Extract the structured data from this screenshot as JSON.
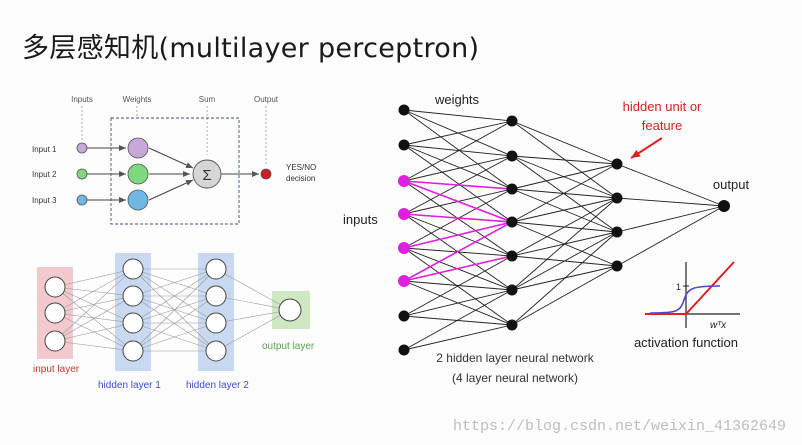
{
  "title": "多层感知机(multilayer perceptron)",
  "perceptron": {
    "col_labels": {
      "inputs": "Inputs",
      "weights": "Weights",
      "sum": "Sum",
      "output": "Output"
    },
    "input_labels": [
      "Input 1",
      "Input 2",
      "Input 3"
    ],
    "sum_symbol": "Σ",
    "decision": [
      "YES/NO",
      "decision"
    ],
    "colors": {
      "input1": "#c7a8d8",
      "input2": "#7ed87e",
      "input3": "#6fb8e6",
      "output": "#cc1f1f",
      "sum": "#d6d6d6"
    }
  },
  "mlp_small": {
    "input_label": "input layer",
    "hidden1_label": "hidden layer 1",
    "hidden2_label": "hidden layer 2",
    "output_label": "output layer",
    "colors": {
      "input_bg": "#f2c9cc",
      "hidden_bg": "#c9d9f2",
      "output_bg": "#cfe8c4",
      "input_text": "#c0392b",
      "hidden_text": "#3b4fc4",
      "output_text": "#59a14f"
    }
  },
  "mlp_large": {
    "weights_label": "weights",
    "inputs_label": "inputs",
    "hidden_unit_label": [
      "hidden unit or",
      "feature"
    ],
    "output_label": "output",
    "caption": [
      "2 hidden layer neural network",
      "(4 layer neural network)"
    ],
    "highlight_color": "#e020e0",
    "annotation_color": "#dd2222"
  },
  "activation": {
    "label": "activation function",
    "y_tick": "1",
    "x_label": "wᵀx",
    "colors": {
      "relu": "#e02020",
      "sigmoid": "#5544cc"
    }
  },
  "watermark": "https://blog.csdn.net/weixin_41362649"
}
